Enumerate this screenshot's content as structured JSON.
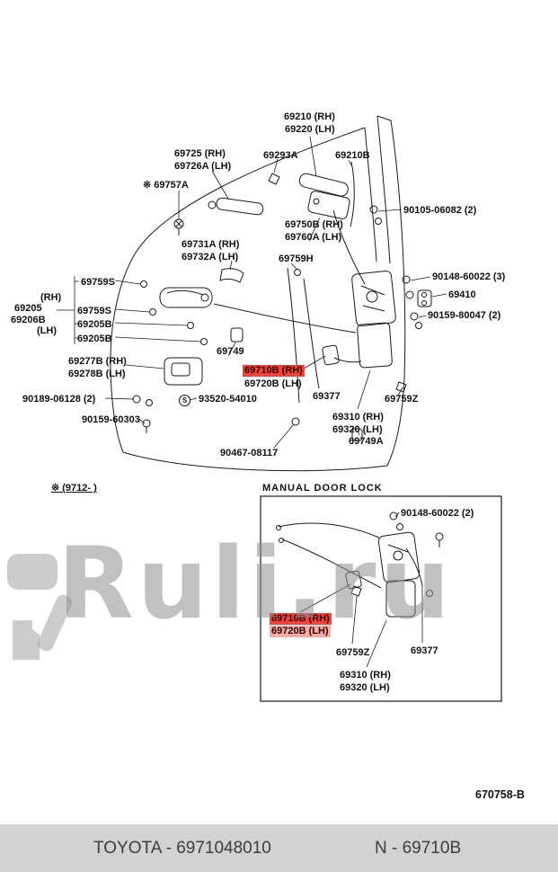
{
  "colors": {
    "highlight": "#f2423b",
    "highlight_light": "#f6aba5",
    "footer_bg": "#d2d2d2",
    "watermark": "#8f8f8f"
  },
  "watermark": {
    "text": "Ruli.ru"
  },
  "doc_code": "670758-B",
  "footer": {
    "part_number": "TOYOTA - 6971048010",
    "part_code": "N - 69710B"
  },
  "labels": {
    "n69210": "69210 (RH)",
    "n69220": "69220 (LH)",
    "n69725": "69725  (RH)",
    "n69726a": "69726A (LH)",
    "n69293a": "69293A",
    "n69210b": "69210B",
    "n69757a": "※ 69757A",
    "n90105": "90105-06082 (2)",
    "n69750b": "69750B (RH)",
    "n69760a": "69760A (LH)",
    "n69731a": "69731A (RH)",
    "n69732a": "69732A (LH)",
    "n69759h": "69759H",
    "n69759s_1": "69759S",
    "n90148_3": "90148-60022 (3)",
    "n69410": "69410",
    "rh": "(RH)",
    "n69205": "69205",
    "n69759s_2": "69759S",
    "n69206b": "69206B",
    "n69205b_1": "69205B",
    "lh": "(LH)",
    "n90159_80047": "90159-80047 (2)",
    "n69205b_2": "69205B",
    "n69277b": "69277B (RH)",
    "n69278b": "69278B (LH)",
    "n69749": "69749",
    "n69710b": "69710B (RH)",
    "n69720b": "69720B (LH)",
    "n69377": "69377",
    "n69759z": "69759Z",
    "n90189": "90189-06128 (2)",
    "n93520": "93520-54010",
    "s_symbol": "S",
    "n90159_60303": "90159-60303",
    "n69310": "69310 (RH)",
    "n69320": "69320 (LH)",
    "n69749a": "69749A",
    "n90467": "90467-08117"
  },
  "labels2": {
    "note": "※ (9712-    )",
    "title": "MANUAL DOOR LOCK",
    "n90148_2": "90148-60022 (2)",
    "n69710b": "69710B (RH)",
    "n69720b": "69720B (LH)",
    "n69759z": "69759Z",
    "n69377": "69377",
    "n69310": "69310 (RH)",
    "n69320": "69320 (LH)"
  }
}
